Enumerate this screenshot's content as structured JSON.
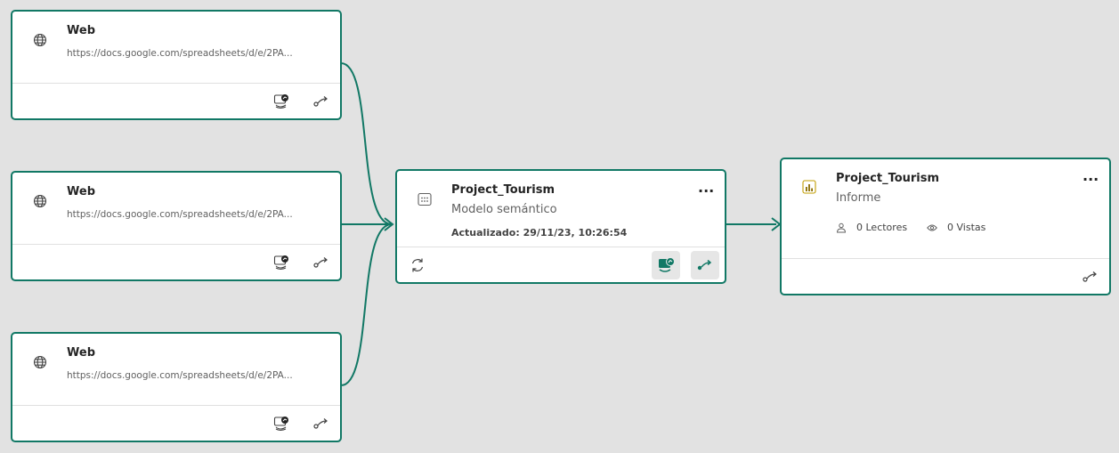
{
  "sources": [
    {
      "title": "Web",
      "url": "https://docs.google.com/spreadsheets/d/e/2PA..."
    },
    {
      "title": "Web",
      "url": "https://docs.google.com/spreadsheets/d/e/2PA..."
    },
    {
      "title": "Web",
      "url": "https://docs.google.com/spreadsheets/d/e/2PA..."
    }
  ],
  "model": {
    "title": "Project_Tourism",
    "type": "Modelo semántico",
    "updated": "Actualizado: 29/11/23, 10:26:54",
    "more": "..."
  },
  "report": {
    "title": "Project_Tourism",
    "type": "Informe",
    "readers": "0 Lectores",
    "views": "0 Vistas",
    "more": "..."
  },
  "colors": {
    "accent": "#117865",
    "background": "#e2e2e2"
  },
  "icons": {
    "source": "globe-icon",
    "gateway": "gateway-icon",
    "lineage": "lineage-icon",
    "model": "semantic-model-icon",
    "refresh": "refresh-icon",
    "report": "report-icon",
    "readers": "person-icon",
    "views": "eye-icon"
  }
}
